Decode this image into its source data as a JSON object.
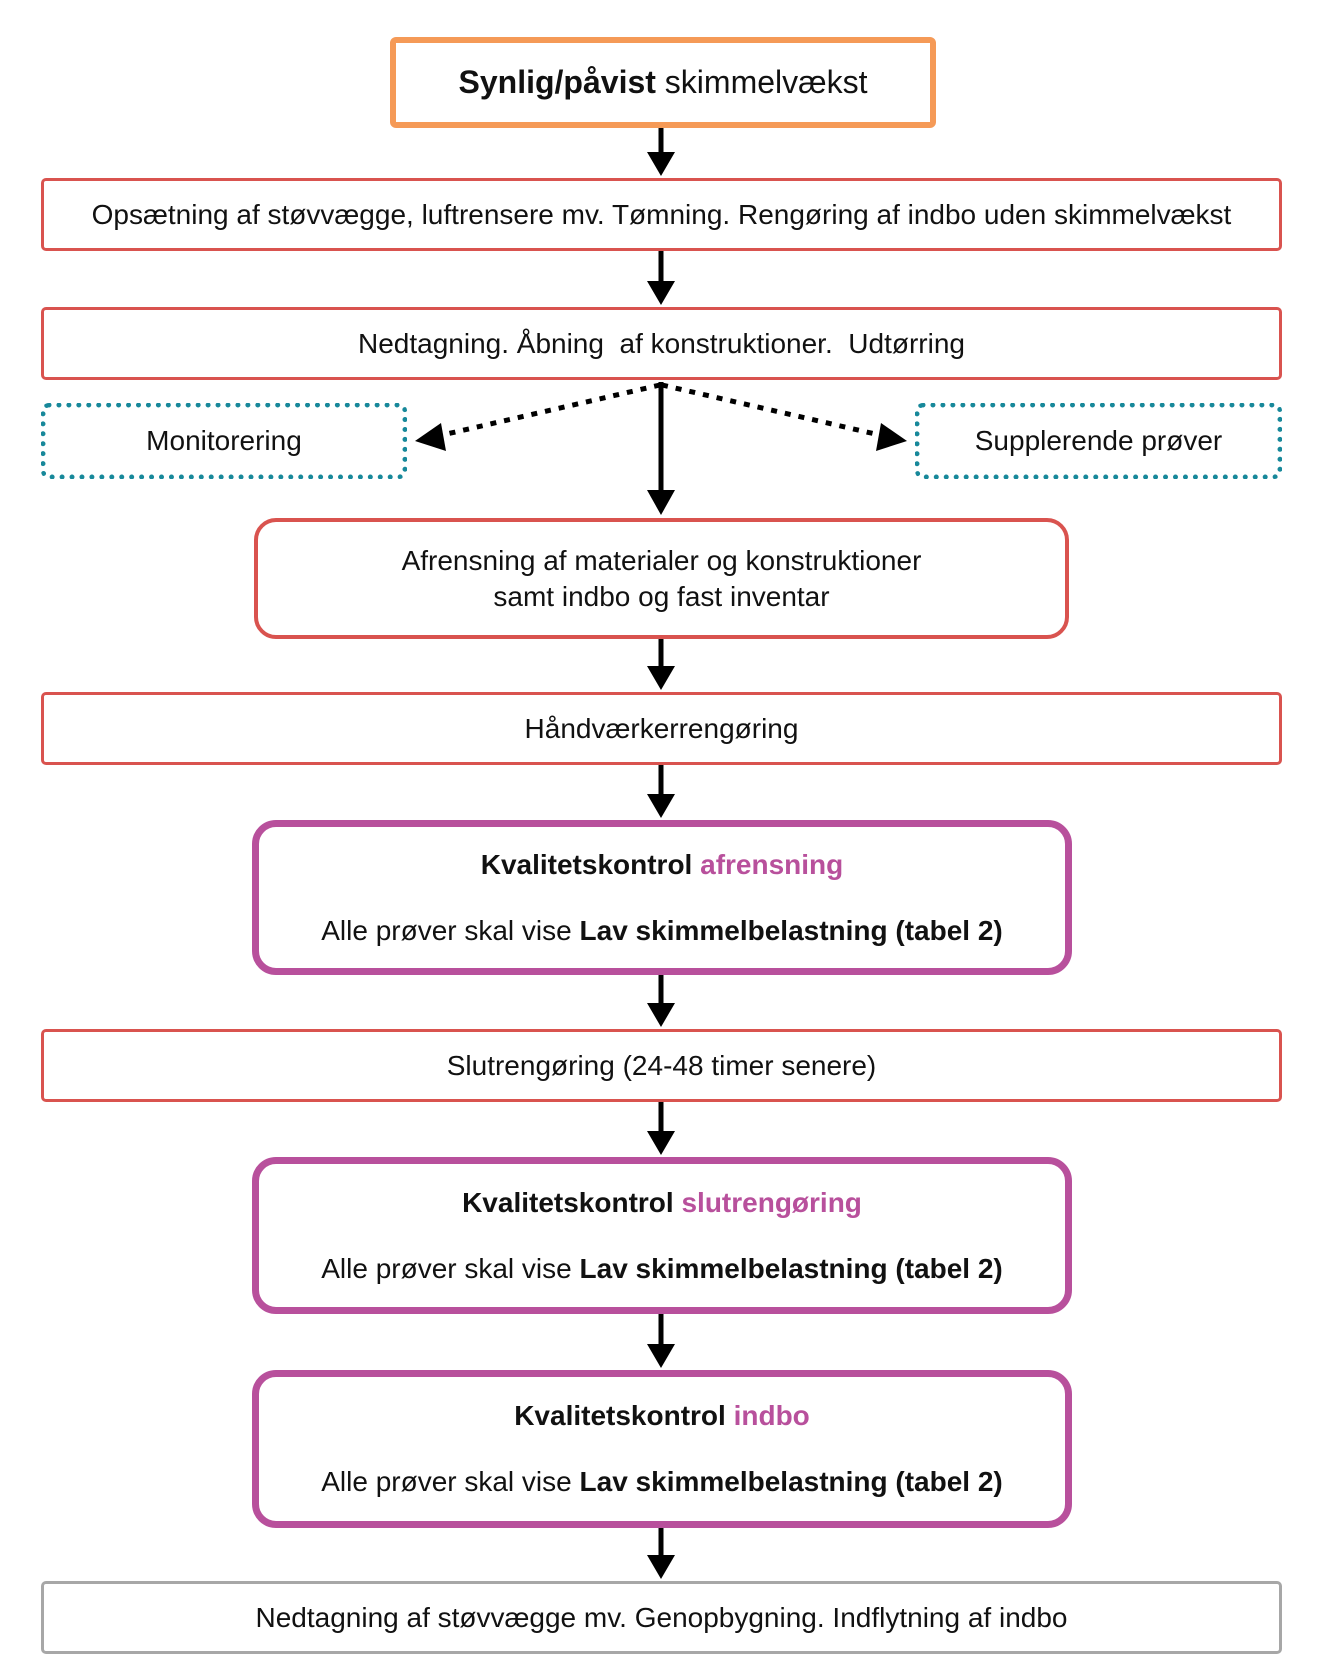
{
  "start": {
    "bold": "Synlig/påvist",
    "rest": " skimmelvækst"
  },
  "steps": {
    "opsaetning": "Opsætning af støvvægge, luftrensere mv. Tømning. Rengøring af indbo uden skimmelvækst",
    "nedtagning": "Nedtagning. Åbning  af konstruktioner.  Udtørring",
    "monitorering": "Monitorering",
    "supplerende": "Supplerende prøver",
    "afrensning_line1": "Afrensning af materialer og konstruktioner",
    "afrensning_line2": "samt indbo og fast inventar",
    "haandvaerker": "Håndværkerrengøring",
    "slutrengoring": "Slutrengøring (24-48 timer senere)",
    "final": "Nedtagning af støvvægge mv. Genopbygning. Indflytning af indbo"
  },
  "quality_controls": [
    {
      "label": "Kvalitetskontrol",
      "highlight": " afrensning",
      "rule_prefix": "Alle prøver skal vise ",
      "rule_bold": "Lav skimmelbelastning (tabel 2)"
    },
    {
      "label": "Kvalitetskontrol",
      "highlight": " slutrengøring",
      "rule_prefix": "Alle prøver skal vise ",
      "rule_bold": "Lav skimmelbelastning (tabel 2)"
    },
    {
      "label": "Kvalitetskontrol",
      "highlight": " indbo",
      "rule_prefix": "Alle prøver skal vise ",
      "rule_bold": "Lav skimmelbelastning (tabel 2)"
    }
  ],
  "colors": {
    "start_border": "#f59a57",
    "step_border": "#d9534f",
    "dotted_border": "#17889a",
    "quality_border": "#b8509c",
    "highlight_text": "#b8509c",
    "final_border": "#a7a7a7"
  }
}
